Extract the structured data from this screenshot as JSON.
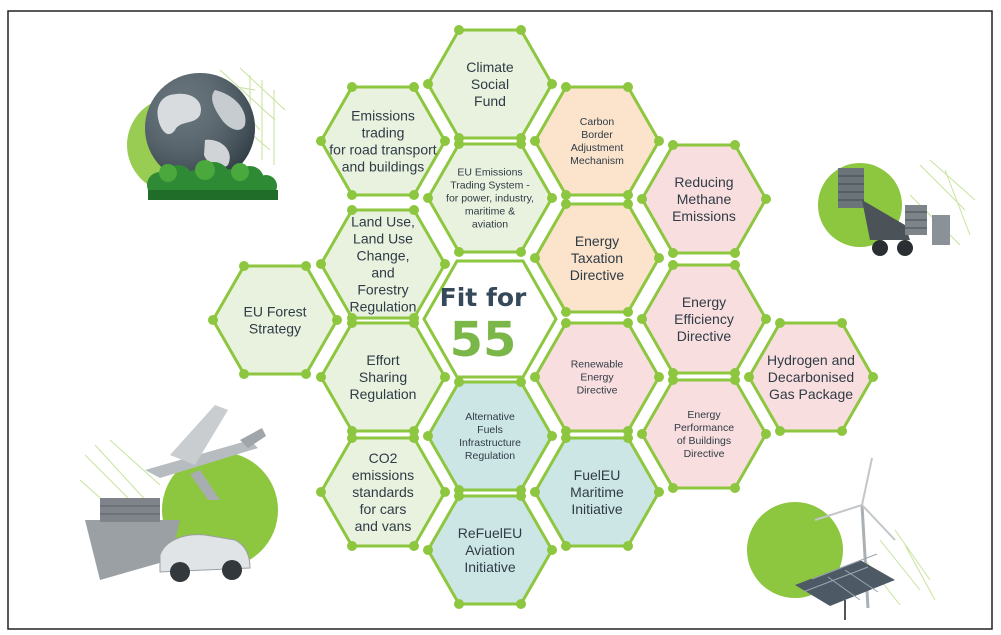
{
  "title_line1": "Fit for",
  "title_line2": "55",
  "colors": {
    "hex_border": "#8dc63f",
    "hex_green": "#e9f2df",
    "hex_orange": "#fbe3cc",
    "hex_pink": "#f9dedf",
    "hex_blue": "#cce6e6",
    "center_fill": "#ffffff",
    "title_dark": "#36495a",
    "title_green": "#7ab648"
  },
  "hexagons": [
    {
      "id": "climate-social-fund",
      "lines": [
        "Climate",
        "Social",
        "Fund"
      ],
      "fill": "green",
      "size": "big"
    },
    {
      "id": "emissions-trading-road",
      "lines": [
        "Emissions",
        "trading",
        "for road transport",
        "and buildings"
      ],
      "fill": "green",
      "size": "big"
    },
    {
      "id": "carbon-border",
      "lines": [
        "Carbon",
        "Border",
        "Adjustment",
        "Mechanism"
      ],
      "fill": "orange",
      "size": "small"
    },
    {
      "id": "eu-ets",
      "lines": [
        "EU Emissions",
        "Trading System -",
        "for power, industry,",
        "maritime &",
        "aviation"
      ],
      "fill": "green",
      "size": "small"
    },
    {
      "id": "reducing-methane",
      "lines": [
        "Reducing",
        "Methane",
        "Emissions"
      ],
      "fill": "pink",
      "size": "big"
    },
    {
      "id": "land-use",
      "lines": [
        "Land Use,",
        "Land Use",
        "Change,",
        "and",
        "Forestry",
        "Regulation"
      ],
      "fill": "green",
      "size": "big"
    },
    {
      "id": "energy-taxation",
      "lines": [
        "Energy",
        "Taxation",
        "Directive"
      ],
      "fill": "orange",
      "size": "big"
    },
    {
      "id": "eu-forest",
      "lines": [
        "EU Forest",
        "Strategy"
      ],
      "fill": "green",
      "size": "big"
    },
    {
      "id": "energy-efficiency",
      "lines": [
        "Energy",
        "Efficiency",
        "Directive"
      ],
      "fill": "pink",
      "size": "big"
    },
    {
      "id": "effort-sharing",
      "lines": [
        "Effort",
        "Sharing",
        "Regulation"
      ],
      "fill": "green",
      "size": "big"
    },
    {
      "id": "renewable-energy",
      "lines": [
        "Renewable",
        "Energy",
        "Directive"
      ],
      "fill": "pink",
      "size": "small"
    },
    {
      "id": "hydrogen",
      "lines": [
        "Hydrogen and",
        "Decarbonised",
        "Gas Package"
      ],
      "fill": "pink",
      "size": "big"
    },
    {
      "id": "alternative-fuels",
      "lines": [
        "Alternative",
        "Fuels",
        "Infrastructure",
        "Regulation"
      ],
      "fill": "blue",
      "size": "small"
    },
    {
      "id": "energy-performance",
      "lines": [
        "Energy",
        "Performance",
        "of Buildings",
        "Directive"
      ],
      "fill": "pink",
      "size": "small"
    },
    {
      "id": "co2-standards",
      "lines": [
        "CO2",
        "emissions",
        "standards",
        "for cars",
        "and vans"
      ],
      "fill": "green",
      "size": "big"
    },
    {
      "id": "fueleu-maritime",
      "lines": [
        "FuelEU",
        "Maritime",
        "Initiative"
      ],
      "fill": "blue",
      "size": "big"
    },
    {
      "id": "refueleu-aviation",
      "lines": [
        "ReFuelEU",
        "Aviation",
        "Initiative"
      ],
      "fill": "blue",
      "size": "big"
    }
  ]
}
